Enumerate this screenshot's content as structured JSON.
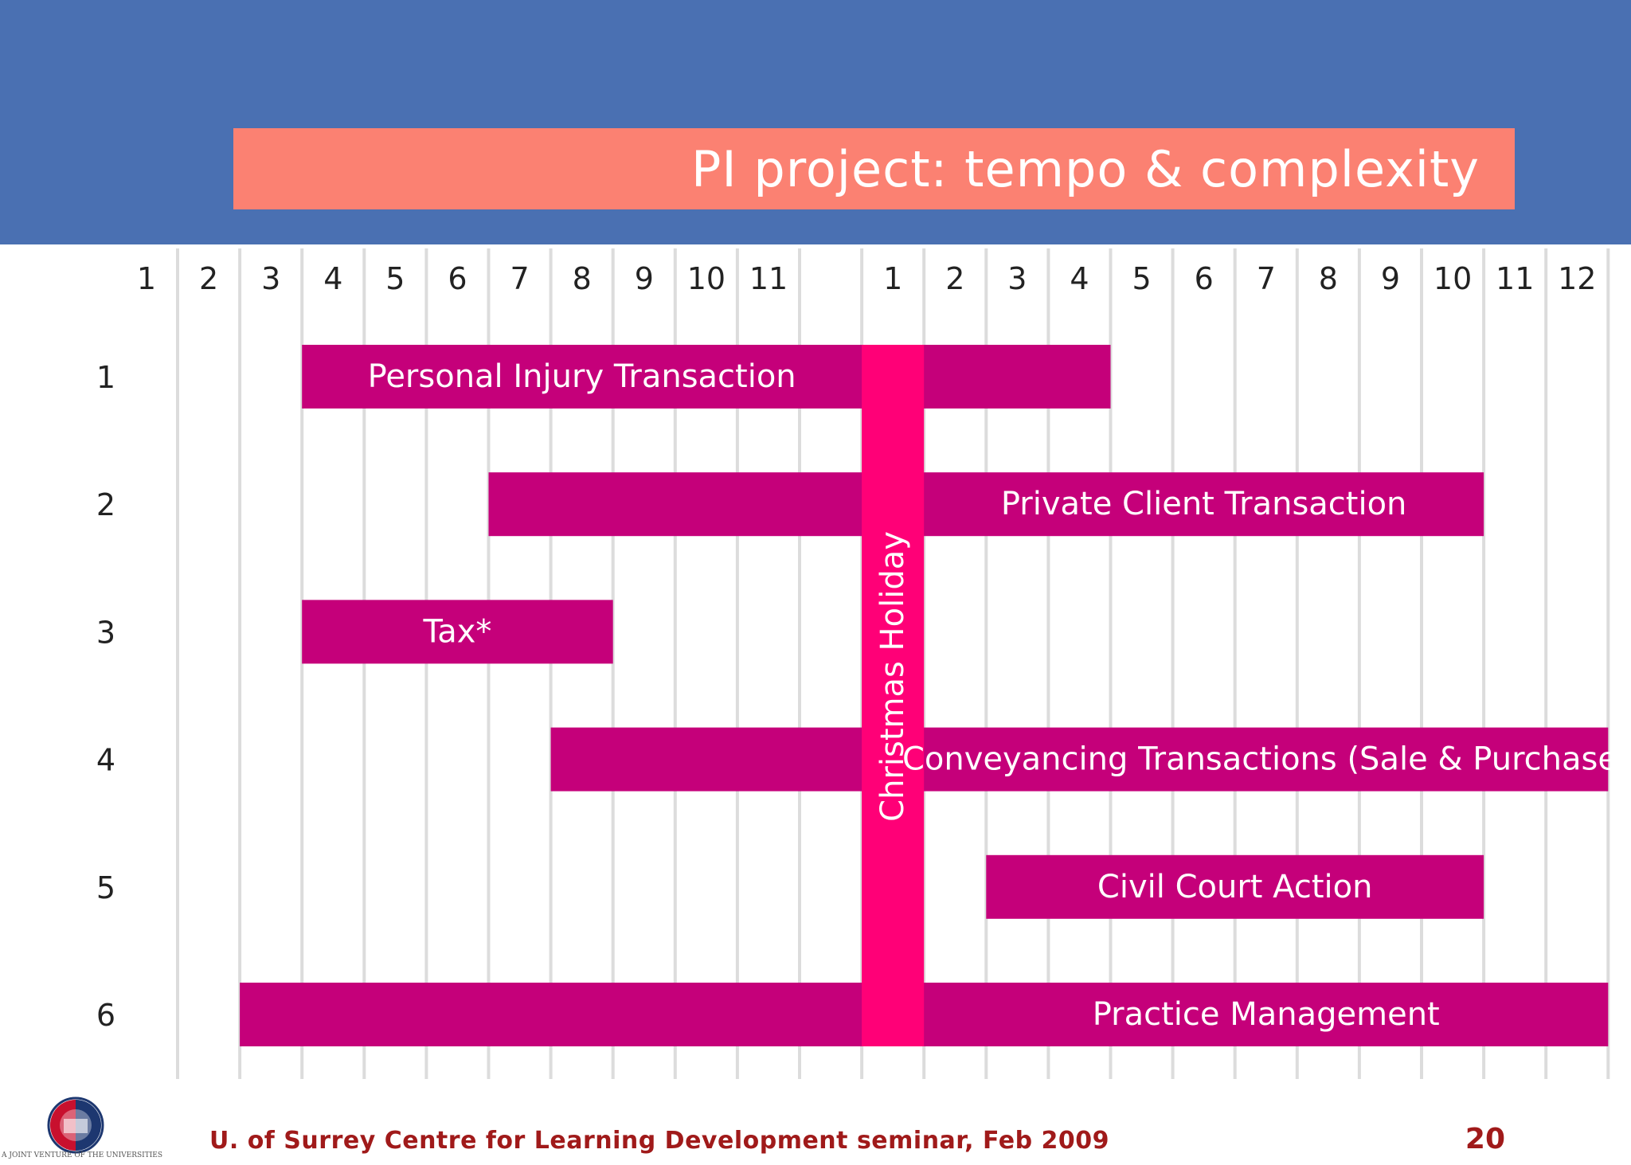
{
  "slide": {
    "title": "PI project: tempo & complexity",
    "footer": "U. of Surrey Centre for Learning Development seminar, Feb 2009",
    "page_number": "20",
    "logo_caption": "A JOINT VENTURE OF THE UNIVERSITIES"
  },
  "colors": {
    "header": "#4a70b2",
    "title_box": "#fb8172",
    "bar": "#c5007a",
    "holiday": "#ff0077",
    "footer_text": "#a01a1a"
  },
  "chart_data": {
    "type": "gantt",
    "x_labels": [
      "1",
      "2",
      "3",
      "4",
      "5",
      "6",
      "7",
      "8",
      "9",
      "10",
      "11",
      "",
      "1",
      "2",
      "3",
      "4",
      "5",
      "6",
      "7",
      "8",
      "9",
      "10",
      "11",
      "12"
    ],
    "y_labels": [
      "1",
      "2",
      "3",
      "4",
      "5",
      "6"
    ],
    "holiday": {
      "label": "Christmas Holiday",
      "start": 11,
      "end": 12
    },
    "bars": [
      {
        "row": 0,
        "label": "Personal Injury Transaction",
        "start": 2,
        "end": 15
      },
      {
        "row": 1,
        "label": "Private Client Transaction",
        "start": 5,
        "end": 21
      },
      {
        "row": 2,
        "label": "Tax*",
        "start": 2,
        "end": 7
      },
      {
        "row": 3,
        "label": "Conveyancing Transactions (Sale & Purchase)",
        "start": 6,
        "end": 23
      },
      {
        "row": 4,
        "label": "Civil Court Action",
        "start": 13,
        "end": 21
      },
      {
        "row": 5,
        "label": "Practice Management",
        "start": 1,
        "end": 23
      }
    ]
  }
}
